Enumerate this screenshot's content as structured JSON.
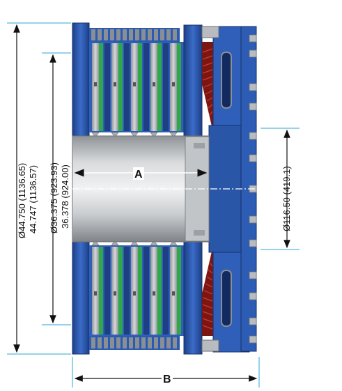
{
  "dimensions": {
    "outer_diameter": {
      "line1": "Ø44.750 (1136.65)",
      "line2": "44.747 (1136.57)"
    },
    "inner_diameter": {
      "line1": "Ø36.375 (923.93)",
      "line2": "36.378 (924.00)"
    },
    "bore_diameter": "Ø116.50 (419.1)",
    "label_a": "A",
    "label_b": "B"
  },
  "colors": {
    "housing_blue": "#2f5fb8",
    "housing_blue_dark": "#1d3f86",
    "friction_green": "#2fa84a",
    "spring_red": "#b3261e",
    "metal_gray": "#b8bcc0",
    "dimension_line": "#111111",
    "leader_cyan": "#2aa7d6"
  }
}
